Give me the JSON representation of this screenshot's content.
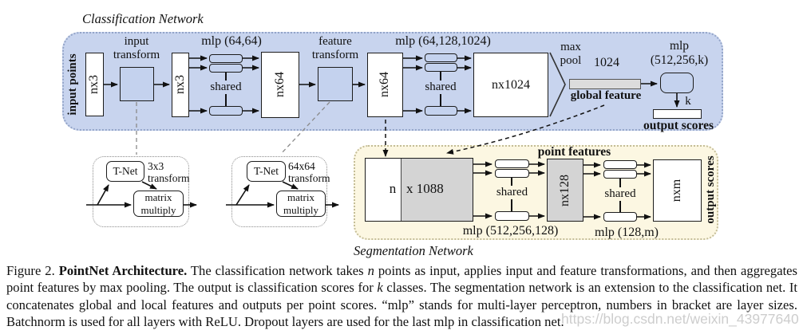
{
  "colors": {
    "classification_bg": "#c8d4ee",
    "segmentation_bg": "#fcf7e2",
    "box_fill": "#c4d2ee",
    "gray_fill": "#d4d4d4",
    "bar_fill": "#dcdcdc"
  },
  "classification": {
    "title": "Classification Network",
    "input_points_label": "input points",
    "nx3_a": "nx3",
    "nx3_b": "nx3",
    "nx64_a": "nx64",
    "nx64_b": "nx64",
    "nx1024": "nx1024",
    "input_transform_label": "input transform",
    "feature_transform_label": "feature transform",
    "mlp1_label": "mlp (64,64)",
    "mlp2_label": "mlp (64,128,1024)",
    "shared_label": "shared",
    "max_pool_label": "max pool",
    "pool_size_label": "1024",
    "global_feature_label": "global feature",
    "mlp3_line1": "mlp",
    "mlp3_line2": "(512,256,k)",
    "k_label": "k",
    "output_scores_label": "output scores"
  },
  "tnet1": {
    "name": "T-Net",
    "transform_label": "3x3 transform",
    "matrix_label": "matrix multiply"
  },
  "tnet2": {
    "name": "T-Net",
    "transform_label": "64x64 transform",
    "matrix_label": "matrix multiply"
  },
  "segmentation": {
    "title": "Segmentation Network",
    "point_features_label": "point features",
    "input_n_label": "n",
    "input_dims_label": "x 1088",
    "shared_label": "shared",
    "mlp1_label": "mlp (512,256,128)",
    "mlp2_label": "mlp (128,m)",
    "nx128_label": "nx128",
    "nxm_label": "nxm",
    "output_scores_label": "output scores"
  },
  "caption": {
    "segments": [
      {
        "text": "Figure 2. ",
        "style": "normal"
      },
      {
        "text": "PointNet Architecture.",
        "style": "bold"
      },
      {
        "text": " The classification network takes ",
        "style": "normal"
      },
      {
        "text": "n",
        "style": "italic"
      },
      {
        "text": " points as input, applies input and feature transformations, and then aggregates point features by max pooling. The output is classification scores for ",
        "style": "normal"
      },
      {
        "text": "k",
        "style": "italic"
      },
      {
        "text": " classes. The segmentation network is an extension to the classification net. It concatenates global and local features and outputs per point scores. “mlp” stands for multi-layer perceptron, numbers in bracket are layer sizes. Batchnorm is used for all layers with ReLU. Dropout layers are used for the last mlp in classification net.",
        "style": "normal"
      }
    ]
  },
  "watermark": {
    "text": "https://blog.csdn.net/weixin_43977640"
  }
}
